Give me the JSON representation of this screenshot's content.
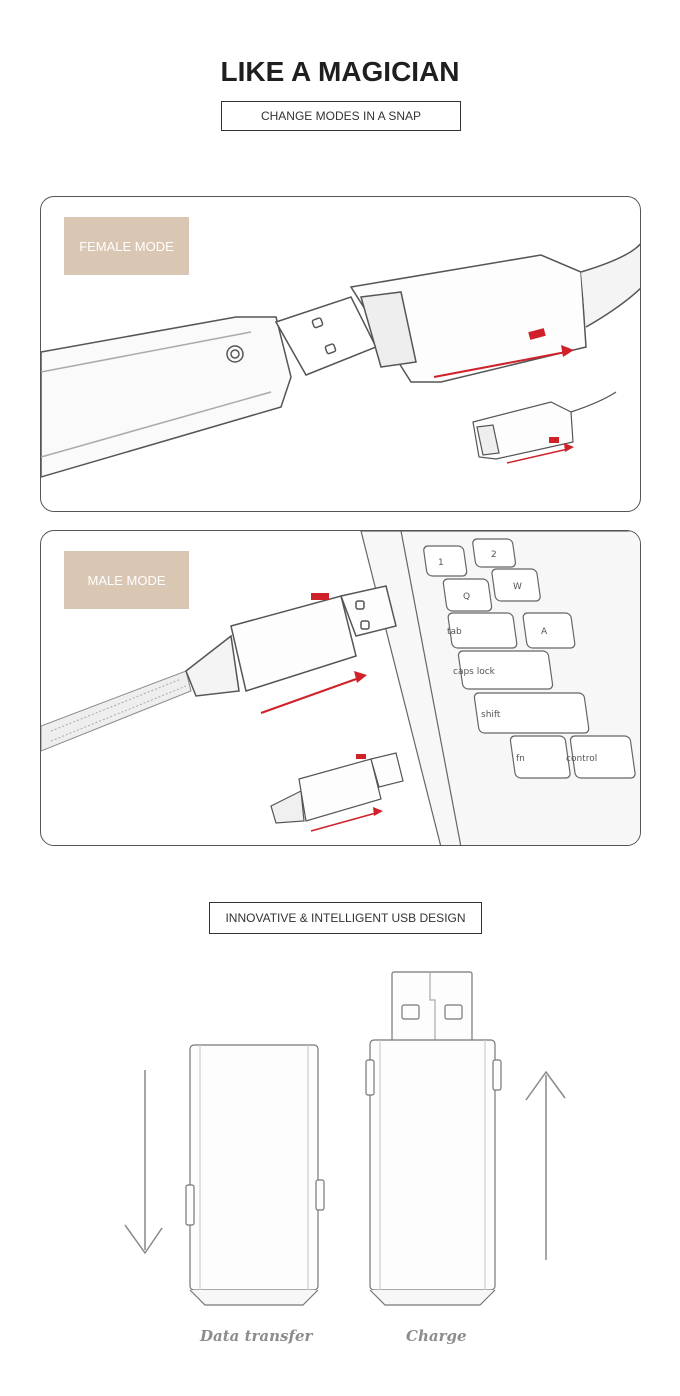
{
  "header": {
    "title": "LIKE A MAGICIAN",
    "subtitle": "CHANGE MODES IN A SNAP"
  },
  "panels": {
    "female": {
      "label": "FEMALE MODE"
    },
    "male": {
      "label": "MALE MODE"
    }
  },
  "keyboard_keys": [
    "1",
    "2",
    "Q",
    "W",
    "tab",
    "A",
    "caps lock",
    "shift",
    "fn",
    "control"
  ],
  "section": {
    "title": "INNOVATIVE & INTELLIGENT USB DESIGN"
  },
  "captions": {
    "left": "Data  transfer",
    "right": "Charge"
  },
  "colors": {
    "badge": "#d9c6b3",
    "arrow_red": "#d0212a",
    "line": "#555555"
  }
}
